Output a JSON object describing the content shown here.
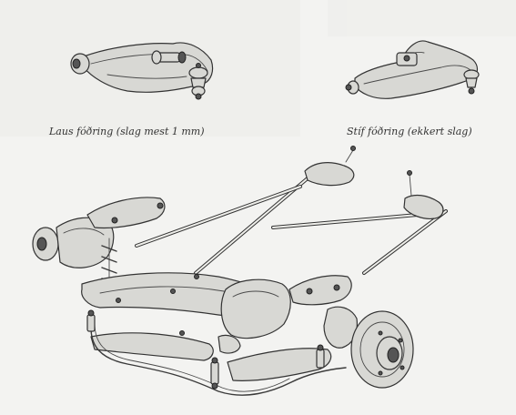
{
  "captions": {
    "left": "Laus fóðring (slag mest 1 mm)",
    "right": "Stíf fóðring (ekkert slag)"
  },
  "icons": {
    "top_left": "upper-control-arm-loose-bushing",
    "top_right": "upper-control-arm-stiff-bushing",
    "bottom": "front-suspension-assembly"
  }
}
